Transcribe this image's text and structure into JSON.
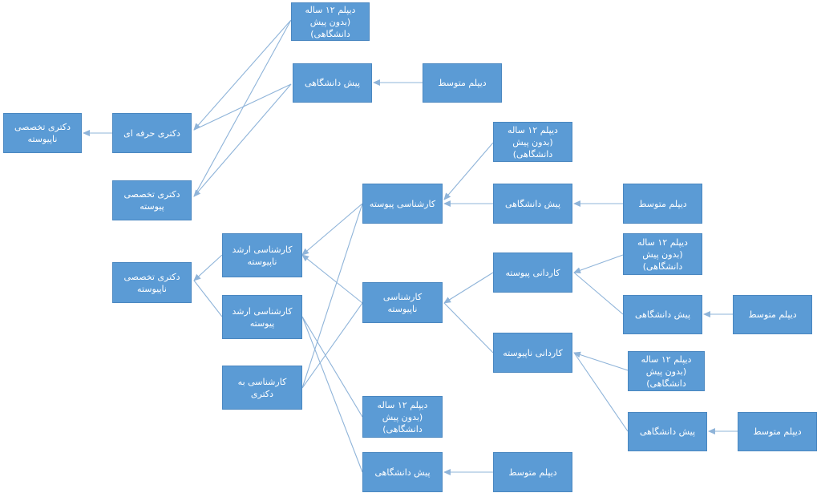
{
  "nodes": {
    "n_d12_a": "دیپلم ۱۲ ساله\n(بدون پیش دانشگاهی)",
    "n_pish_a": "پیش دانشگاهی",
    "n_dm_a": "دیپلم متوسط",
    "n_dt_np_top": "دکتری تخصصی\nناپیوسته",
    "n_dh": "دکتری حرفه ای",
    "n_dt_p": "دکتری تخصصی\nپیوسته",
    "n_d12_b": "دیپلم ۱۲ ساله\n(بدون پیش دانشگاهی)",
    "n_kp": "کارشناسی پیوسته",
    "n_pish_b": "پیش دانشگاهی",
    "n_dm_b": "دیپلم متوسط",
    "n_kan": "کارشناسی ارشد\nناپیوسته",
    "n_dt_np": "دکتری تخصصی\nناپیوسته",
    "n_d12_c": "دیپلم ۱۲ ساله\n(بدون پیش دانشگاهی)",
    "n_kdp": "کاردانی پیوسته",
    "n_knp": "کارشناسی ناپیوسته",
    "n_kap": "کارشناسی ارشد پیوسته",
    "n_pish_c": "پیش دانشگاهی",
    "n_dm_c": "دیپلم متوسط",
    "n_kdnp": "کاردانی ناپیوسته",
    "n_d12_d": "دیپلم ۱۲ ساله\n(بدون پیش دانشگاهی)",
    "n_kbd": "کارشناسی به دکتری",
    "n_d12_e": "دیپلم ۱۲ ساله\n(بدون پیش دانشگاهی)",
    "n_pish_d": "پیش دانشگاهی",
    "n_dm_d": "دیپلم متوسط",
    "n_pish_e": "پیش دانشگاهی",
    "n_dm_e": "دیپلم متوسط"
  },
  "colors": {
    "box_fill": "#5b9bd5",
    "box_text": "#ffffff",
    "connector": "#8fb4d9"
  }
}
